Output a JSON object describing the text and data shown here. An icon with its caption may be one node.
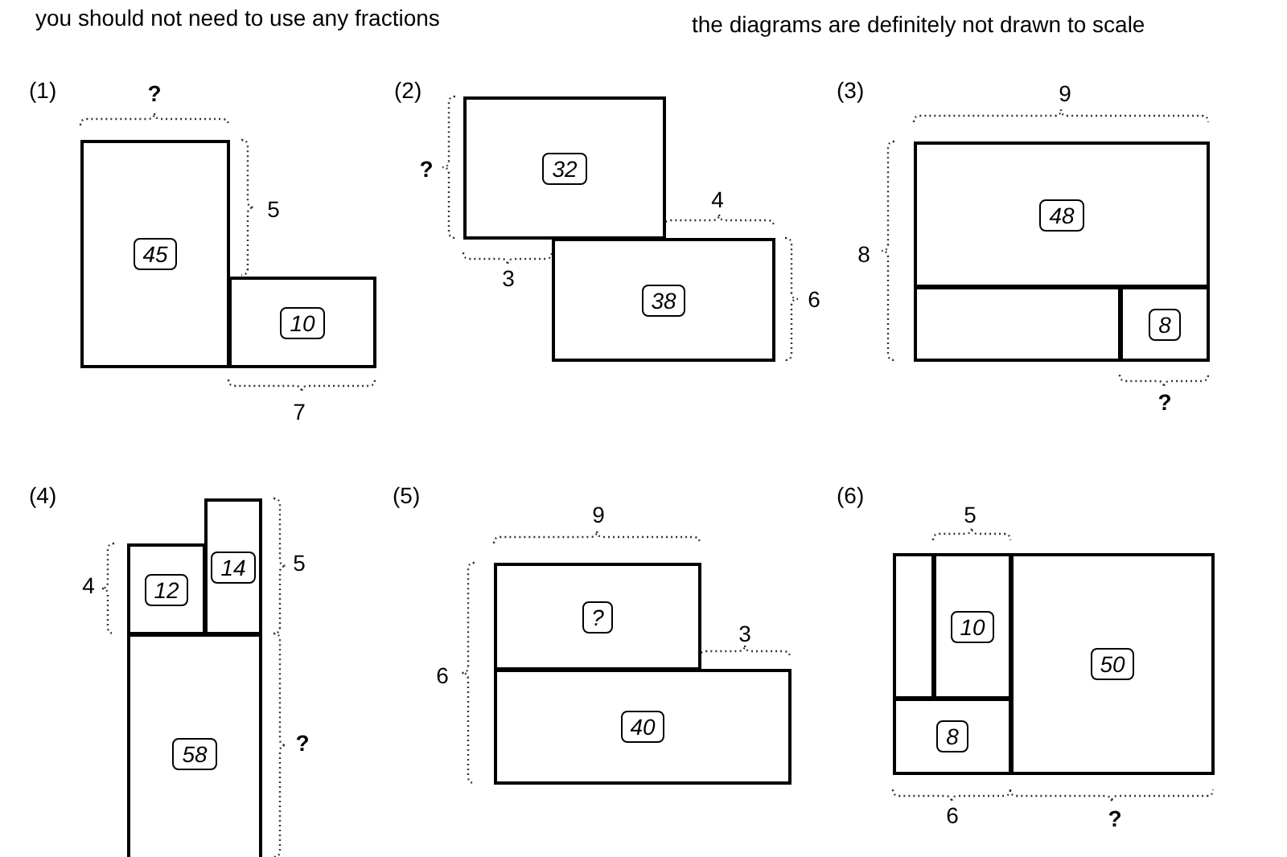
{
  "diagram": {
    "nodes": [
      {
        "text": [
          "45"
        ]
      },
      {
        "text": [
          "10"
        ]
      },
      {
        "text": [
          "32"
        ]
      },
      {
        "text": [
          "38"
        ]
      },
      {
        "text": [
          "48"
        ]
      },
      {
        "text": [],
        "shape": "box"
      },
      {
        "text": [
          "8"
        ]
      },
      {
        "text": [
          "12"
        ]
      },
      {
        "text": [
          "14"
        ]
      },
      {
        "text": [
          "58"
        ]
      },
      {
        "text": [
          "?"
        ]
      },
      {
        "text": [
          "40"
        ]
      },
      {
        "text": [],
        "shape": "box"
      },
      {
        "text": [
          "10"
        ]
      },
      {
        "text": [
          "8"
        ]
      },
      {
        "text": [
          "50"
        ]
      }
    ],
    "labels": [
      "you should not need to use any fractions",
      "the diagrams are definitely not drawn to scale",
      "(1)",
      "?",
      "5",
      "7",
      "(2)",
      "?",
      "4",
      "3",
      "6",
      "(3)",
      "9",
      "8",
      "?",
      "(4)",
      "4",
      "5",
      "?",
      "(5)",
      "9",
      "3",
      "6",
      "(6)",
      "5",
      "6",
      "?"
    ]
  }
}
